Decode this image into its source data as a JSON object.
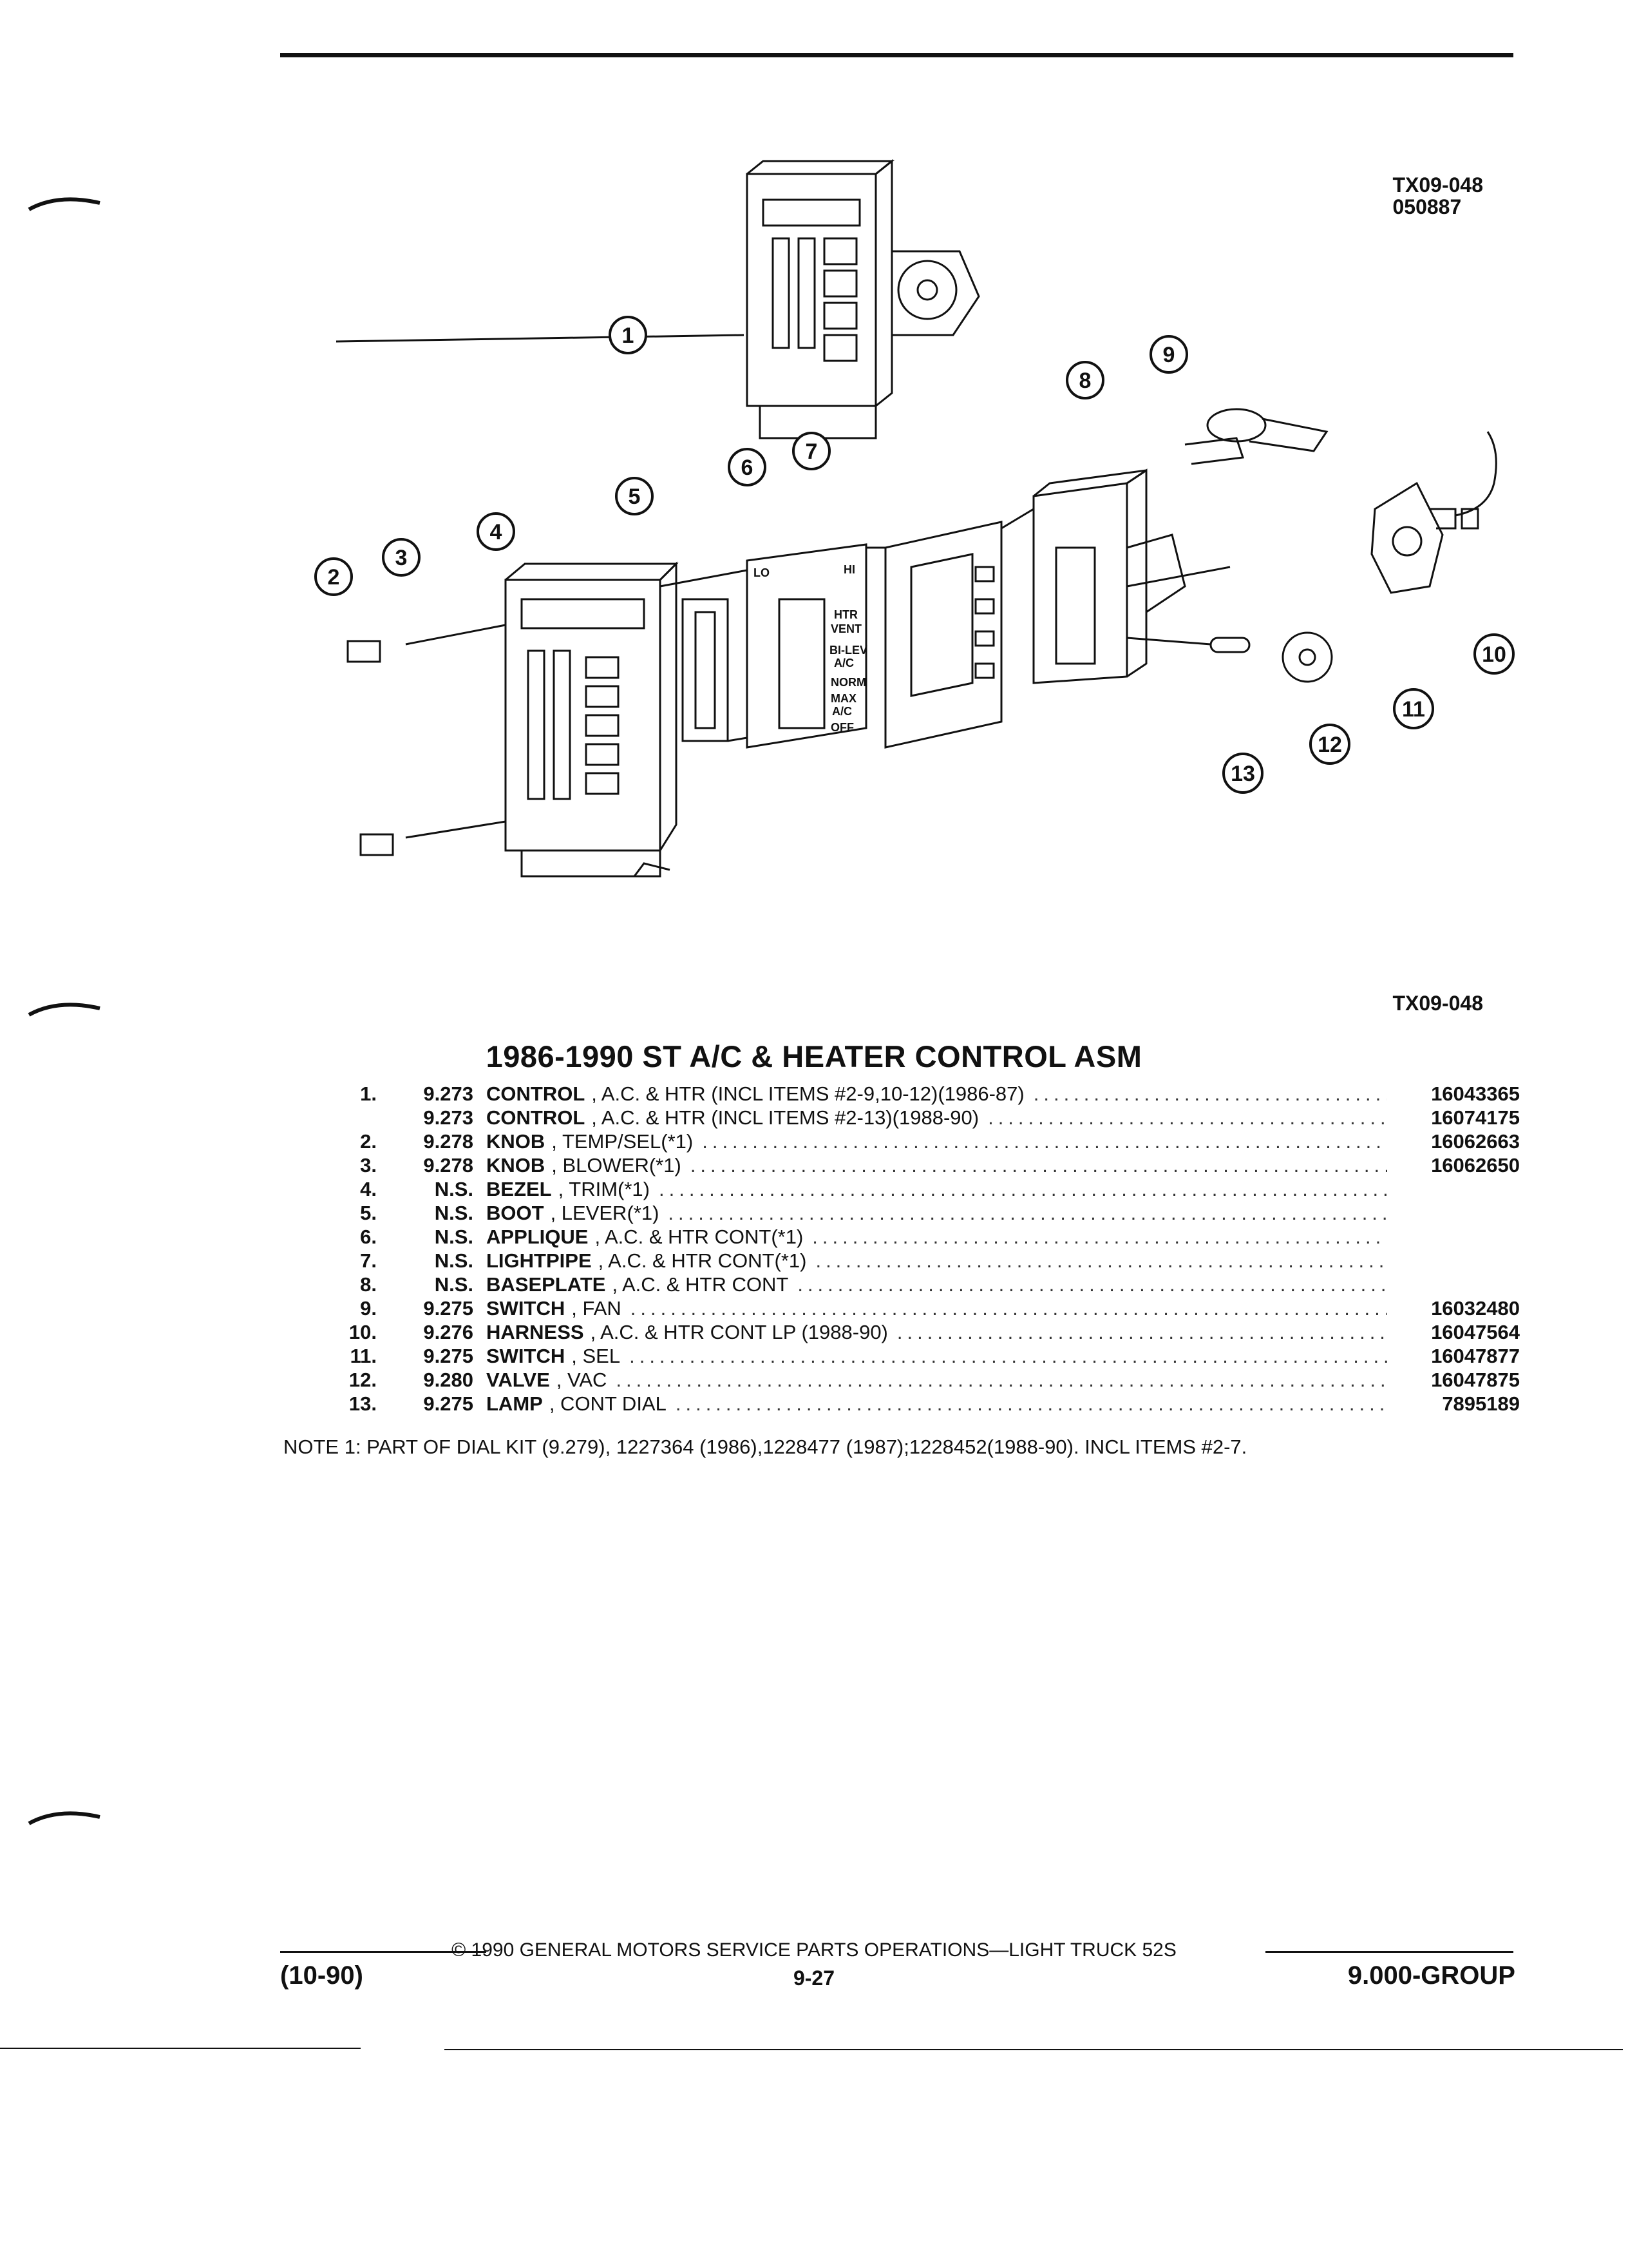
{
  "header": {
    "ref_top": [
      "TX09-048",
      "050887"
    ],
    "ref_bottom": "TX09-048"
  },
  "diagram": {
    "callouts": [
      "1",
      "2",
      "3",
      "4",
      "5",
      "6",
      "7",
      "8",
      "9",
      "10",
      "11",
      "12",
      "13"
    ],
    "applique_labels": {
      "lo": "LO",
      "hi": "HI",
      "htr": "HTR",
      "vent": "VENT",
      "bilev": "BI-LEV",
      "ac": "A/C",
      "norm": "NORM",
      "max": "MAX",
      "max_ac": "A/C",
      "off": "OFF"
    }
  },
  "title": "1986-1990 ST A/C & HEATER CONTROL ASM",
  "parts": [
    {
      "num": "1.",
      "code": "9.273",
      "name": "CONTROL",
      "detail": ", A.C. & HTR (INCL ITEMS #2-9,10-12)(1986-87)",
      "pn": "16043365"
    },
    {
      "num": "",
      "code": "9.273",
      "name": "CONTROL",
      "detail": ", A.C. & HTR (INCL ITEMS #2-13)(1988-90)",
      "pn": "16074175"
    },
    {
      "num": "2.",
      "code": "9.278",
      "name": "KNOB",
      "detail": ", TEMP/SEL(*1)",
      "pn": "16062663"
    },
    {
      "num": "3.",
      "code": "9.278",
      "name": "KNOB",
      "detail": ", BLOWER(*1)",
      "pn": "16062650"
    },
    {
      "num": "4.",
      "code": "N.S.",
      "name": "BEZEL",
      "detail": ", TRIM(*1)",
      "pn": ""
    },
    {
      "num": "5.",
      "code": "N.S.",
      "name": "BOOT",
      "detail": ", LEVER(*1)",
      "pn": ""
    },
    {
      "num": "6.",
      "code": "N.S.",
      "name": "APPLIQUE",
      "detail": ", A.C. & HTR CONT(*1)",
      "pn": ""
    },
    {
      "num": "7.",
      "code": "N.S.",
      "name": "LIGHTPIPE",
      "detail": ", A.C. & HTR CONT(*1)",
      "pn": ""
    },
    {
      "num": "8.",
      "code": "N.S.",
      "name": "BASEPLATE",
      "detail": ", A.C. & HTR CONT",
      "pn": ""
    },
    {
      "num": "9.",
      "code": "9.275",
      "name": "SWITCH",
      "detail": ", FAN",
      "pn": "16032480"
    },
    {
      "num": "10.",
      "code": "9.276",
      "name": "HARNESS",
      "detail": ", A.C. & HTR CONT LP (1988-90)",
      "pn": "16047564"
    },
    {
      "num": "11.",
      "code": "9.275",
      "name": "SWITCH",
      "detail": ", SEL",
      "pn": "16047877"
    },
    {
      "num": "12.",
      "code": "9.280",
      "name": "VALVE",
      "detail": ", VAC",
      "pn": "16047875"
    },
    {
      "num": "13.",
      "code": "9.275",
      "name": "LAMP",
      "detail": ", CONT DIAL",
      "pn": "7895189"
    }
  ],
  "note": "NOTE 1: PART OF DIAL KIT (9.279), 1227364 (1986),1228477 (1987);1228452(1988-90). INCL ITEMS #2-7.",
  "footer": {
    "copyright": "© 1990 GENERAL MOTORS SERVICE PARTS OPERATIONS—LIGHT TRUCK 52S",
    "page": "9-27",
    "date": "(10-90)",
    "group": "9.000-GROUP"
  }
}
